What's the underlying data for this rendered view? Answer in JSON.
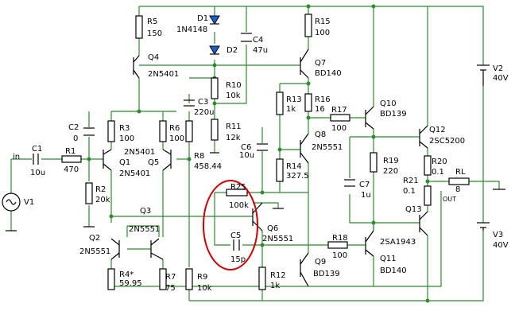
{
  "labels": {
    "in": "in",
    "out": "OUT",
    "c1": "C1",
    "c1v": "10u",
    "r1": "R1",
    "r1v": "470",
    "c2": "C2",
    "c2v": "0",
    "r2": "R2",
    "r2v": "20k",
    "r3": "R3",
    "r3v": "100",
    "r6": "R6",
    "r6v": "100",
    "q1": "Q1",
    "q1t": "2N5401",
    "q5": "Q5",
    "q5t": "2N5401",
    "r8": "R8",
    "r8v": "458.44",
    "q3": "Q3",
    "q2": "Q2",
    "q2t": "2N5551",
    "q2b": "2N5551",
    "r4": "R4*",
    "r4v": "59.95",
    "r7": "R7",
    "r7v": "75",
    "r9": "R9",
    "r9v": "10k",
    "r5": "R5",
    "r5v": "150",
    "d1": "D1",
    "d1t": "1N4148",
    "d2": "D2",
    "c4": "C4",
    "c4v": "47u",
    "q4": "Q4",
    "q4t": "2N5401",
    "r10": "R10",
    "r10v": "10k",
    "c3": "C3",
    "c3v": "220u",
    "r11": "R11",
    "r11v": "12k",
    "r15": "R15",
    "r15v": "100",
    "q7": "Q7",
    "q7t": "BD140",
    "r13": "R13",
    "r13v": "1k",
    "r16": "R16",
    "r16v": "16",
    "r17": "R17",
    "r17v": "100",
    "q8": "Q8",
    "q8t": "2N5551",
    "c6": "C6",
    "c6v": "10u",
    "r14": "R14",
    "r14v": "327.5",
    "r25": "R25",
    "r25v": "100k",
    "q6": "Q6",
    "q6t": "2N5551",
    "c5": "C5",
    "c5v": "15p",
    "r12": "R12",
    "r12v": "1k",
    "q9": "Q9",
    "q9t": "BD139",
    "r18": "R18",
    "r18v": "100",
    "q10": "Q10",
    "q10t": "BD139",
    "r19": "R19",
    "r19v": "220",
    "c7": "C7",
    "c7v": "1u",
    "q11": "Q11",
    "q11b": "2SA1943",
    "q11t": "BD140",
    "q12": "Q12",
    "q12t": "2SC5200",
    "r20": "R20",
    "r20v": "0.1",
    "r21": "R21",
    "r21v": "0.1",
    "q13": "Q13",
    "rl": "RL",
    "rlv": "8",
    "v1": "V1",
    "v2": "V2",
    "v2v": "40V",
    "v3": "V3",
    "v3v": "40V"
  },
  "colors": {
    "wire": "#2e8b2e",
    "component": "#000000",
    "highlight": "#cc0000"
  }
}
